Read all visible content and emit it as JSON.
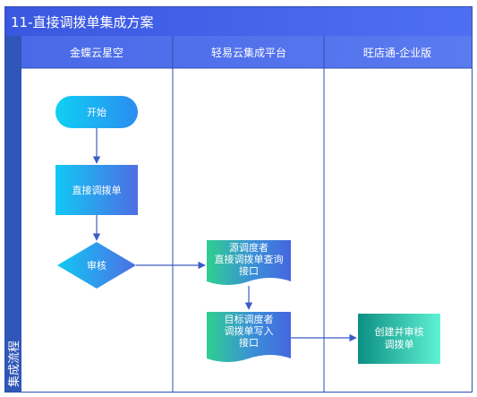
{
  "title": "11-直接调拨单集成方案",
  "side_label": "集成流程",
  "lanes": [
    "金蝶云星空",
    "轻易云集成平台",
    "旺店通-企业版"
  ],
  "nodes": {
    "start": "开始",
    "direct_transfer": "直接调拨单",
    "audit": "审核",
    "source_query": [
      "源调度者",
      "直接调拨单查询",
      "接口"
    ],
    "target_write": [
      "目标调度者",
      "调拨单写入",
      "接口"
    ],
    "create_audit": [
      "创建并审核",
      "调拨单"
    ]
  },
  "colors": {
    "header": "#3f5fe0",
    "side": "#2f56b8",
    "border": "#2f4fb0"
  }
}
